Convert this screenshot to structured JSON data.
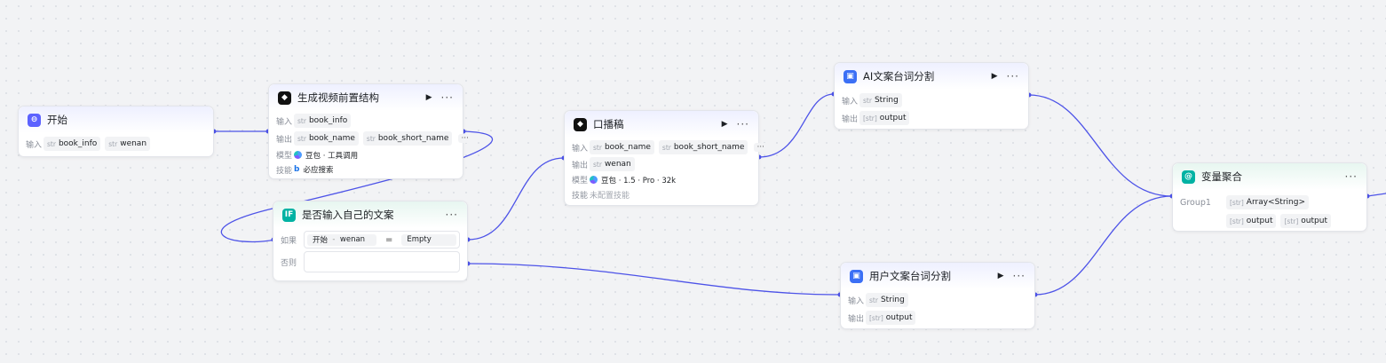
{
  "colors": {
    "edge": "#4d53e8",
    "accent": "#5c62ff",
    "condition": "#00b2a3",
    "canvas": "#f2f3f5"
  },
  "start": {
    "title": "开始",
    "icon": "start-icon",
    "input_label": "输入",
    "inputs": [
      {
        "type": "str",
        "name": "book_info"
      },
      {
        "type": "str",
        "name": "wenan"
      }
    ]
  },
  "gen": {
    "title": "生成视频前置结构",
    "icon": "llm-icon",
    "input_label": "输入",
    "inputs": [
      {
        "type": "str",
        "name": "book_info"
      }
    ],
    "output_label": "输出",
    "outputs": [
      {
        "type": "str",
        "name": "book_name"
      },
      {
        "type": "str",
        "name": "book_short_name"
      }
    ],
    "more_outputs": "···",
    "model_label": "模型",
    "model": "豆包 · 工具调用",
    "skill_label": "技能",
    "skill": "必应搜索"
  },
  "ifnode": {
    "title": "是否输入自己的文案",
    "icon": "if-icon",
    "icon_text": "IF",
    "if_label": "如果",
    "var_source": "开始",
    "var_sep": "-",
    "var_name": "wenan",
    "operator": "=",
    "value": "Empty",
    "else_label": "否则"
  },
  "broadcast": {
    "title": "口播稿",
    "icon": "llm-icon",
    "input_label": "输入",
    "inputs": [
      {
        "type": "str",
        "name": "book_name"
      },
      {
        "type": "str",
        "name": "book_short_name"
      }
    ],
    "more_inputs": "···",
    "output_label": "输出",
    "outputs": [
      {
        "type": "str",
        "name": "wenan"
      }
    ],
    "model_label": "模型",
    "model": "豆包 · 1.5 · Pro · 32k",
    "skill_label": "技能",
    "skill": "未配置技能"
  },
  "ai_split": {
    "title": "AI文案台词分割",
    "icon": "code-icon",
    "input_label": "输入",
    "inputs": [
      {
        "type": "str",
        "name": "String"
      }
    ],
    "output_label": "输出",
    "outputs": [
      {
        "type": "[str]",
        "name": "output"
      }
    ]
  },
  "user_split": {
    "title": "用户文案台词分割",
    "icon": "code-icon",
    "input_label": "输入",
    "inputs": [
      {
        "type": "str",
        "name": "String"
      }
    ],
    "output_label": "输出",
    "outputs": [
      {
        "type": "[str]",
        "name": "output"
      }
    ]
  },
  "aggregate": {
    "title": "变量聚合",
    "icon": "aggregate-icon",
    "group_label": "Group1",
    "group_type": {
      "type": "[str]",
      "name": "Array<String>"
    },
    "group_items": [
      {
        "type": "[str]",
        "name": "output"
      },
      {
        "type": "[str]",
        "name": "output"
      }
    ]
  },
  "controls": {
    "run": "▶",
    "more": "···"
  }
}
